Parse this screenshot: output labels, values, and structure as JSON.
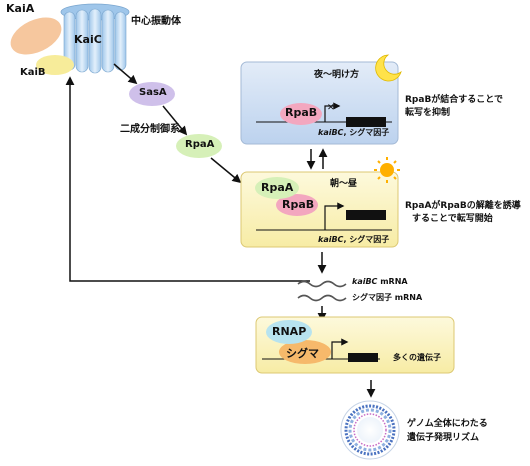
{
  "proteins": {
    "kaia": "KaiA",
    "kaic": "KaiC",
    "kaib": "KaiB",
    "sasa": "SasA",
    "rpaa": "RpaA",
    "rpab": "RpaB",
    "rnap": "RNAP",
    "sigma": "シグマ"
  },
  "labels": {
    "central_oscillator": "中心振動体",
    "two_component": "二成分制御系",
    "night_dawn": "夜～明け方",
    "morning_noon": "朝～昼",
    "rpab_repress_line1": "RpaBが結合することで",
    "rpab_repress_line2": "転写を抑制",
    "rpaa_activate_line1": "RpaAがRpaBの解離を誘導",
    "rpaa_activate_line2": "することで転写開始",
    "genes_italic": "kaiBC",
    "genes_rest": ", シグマ因子",
    "mrna_kaibc_italic": "kaiBC",
    "mrna_kaibc_rest": " mRNA",
    "mrna_sigma": "シグマ因子 mRNA",
    "many_genes": "多くの遺伝子",
    "rhythm_line1": "ゲノム全体にわたる",
    "rhythm_line2": "遺伝子発現リズム"
  },
  "colors": {
    "night_box": "#cfdff2",
    "day_box": "#fbf3c0",
    "rnap_box": "#fbf3c0",
    "kaia": "#f6c79e",
    "kaic": "#b8d8f4",
    "kaib": "#f7ec9a",
    "sasa": "#cfc0ea",
    "rpaa": "#d6f0b8",
    "rpab": "#f3a7bf",
    "rnap": "#b7e3ef",
    "sigma": "#f6b96b",
    "moon": "#ffe24a",
    "sun": "#ffb000"
  }
}
